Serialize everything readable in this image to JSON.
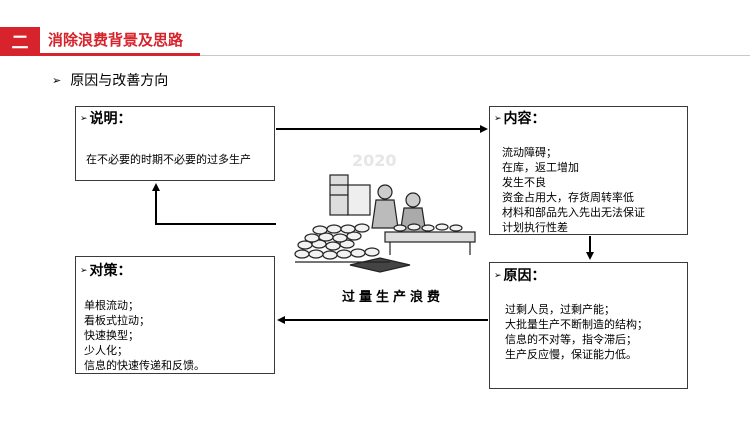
{
  "header": {
    "section_number": "二",
    "section_title": "消除浪费背景及思路"
  },
  "subheading": "原因与改善方向",
  "colors": {
    "accent": "#d7232b",
    "border": "#3a3a3a"
  },
  "boxes": {
    "explain": {
      "title": "说明：",
      "lines": [
        "在不必要的时期不必要的过多生产"
      ]
    },
    "content": {
      "title": "内容：",
      "lines": [
        "流动障碍；",
        "在库，返工增加",
        "发生不良",
        "资金占用大，存货周转率低",
        "材料和部品先入先出无法保证",
        "计划执行性差"
      ]
    },
    "reasons": {
      "title": "原因：",
      "lines": [
        "过剩人员，过剩产能；",
        "大批量生产不断制造的结构；",
        "信息的不对等，指令滞后；",
        "生产反应慢，保证能力低。"
      ]
    },
    "measures": {
      "title": "对策：",
      "lines": [
        "单根流动；",
        "看板式拉动；",
        "快速换型；",
        "少人化；",
        "信息的快速传递和反馈。"
      ]
    }
  },
  "illustration": {
    "caption": "过量生产浪费",
    "watermark": "2020"
  }
}
